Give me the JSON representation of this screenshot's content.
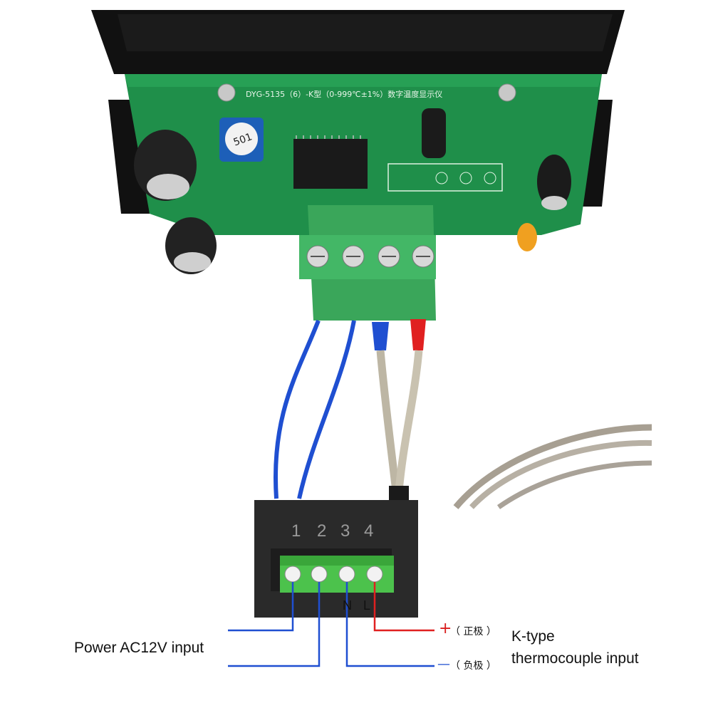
{
  "board": {
    "model_text": "DYG-5135（6）-K型（0-999℃±1%）数字温度显示仪",
    "cap_text": "501"
  },
  "terminal_block": {
    "numbers": [
      "1",
      "2",
      "3",
      "4"
    ],
    "n_letter": "N",
    "l_letter": "L"
  },
  "labels": {
    "power_input": "Power AC12V input",
    "plus_symbol": "+",
    "plus_note": "（ 正极 ）",
    "minus_symbol": "—",
    "minus_note": "（ 负极 ）",
    "thermocouple_line1": "K-type",
    "thermocouple_line2": "thermocouple input"
  },
  "colors": {
    "pcb": "#1f8f4a",
    "terminal_green": "#3aa65a",
    "power_wire": "#1f4fd1",
    "negative_wire": "#1f4fd1",
    "positive_wire": "#e02020"
  }
}
